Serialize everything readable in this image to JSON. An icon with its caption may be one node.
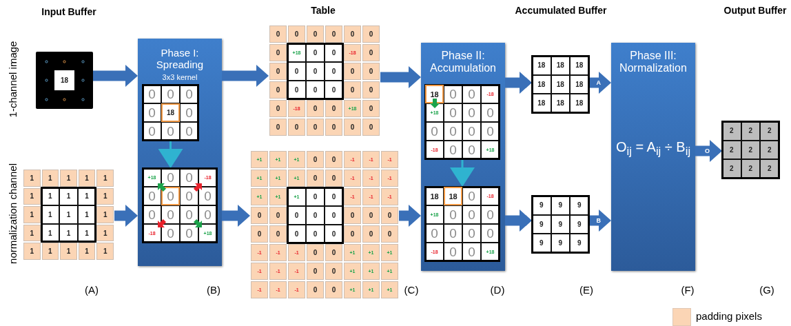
{
  "diagram": {
    "nodes": [
      {
        "text": [
          "18"
        ]
      },
      {
        "text": [
          "1",
          "1",
          "1",
          "1",
          "1",
          "1",
          "1",
          "1",
          "1",
          "1",
          "1",
          "1",
          "1",
          "1",
          "1",
          "1",
          "1",
          "1",
          "1",
          "1",
          "1",
          "1",
          "1",
          "1",
          "1"
        ]
      },
      {
        "text": [
          "Phase I: Spreading",
          "3x3 kernel"
        ]
      },
      {
        "text": [
          "0",
          "0",
          "0",
          "0",
          "18",
          "0",
          "0",
          "0",
          "0"
        ],
        "in": 2
      },
      {
        "text": [
          "+18",
          "0",
          "0",
          "-18",
          "0",
          "0",
          "0",
          "0",
          "0",
          "0",
          "0",
          "0",
          "-18",
          "0",
          "0",
          "+18"
        ],
        "in": 2
      },
      {
        "text": [
          "0",
          "0",
          "0",
          "0",
          "0",
          "0",
          "0",
          "+18",
          "0",
          "0",
          "-18",
          "0",
          "0",
          "0",
          "0",
          "0",
          "0",
          "0",
          "0",
          "0",
          "0",
          "0",
          "0",
          "0",
          "0",
          "-18",
          "0",
          "0",
          "+18",
          "0",
          "0",
          "0",
          "0",
          "0",
          "0",
          "0"
        ]
      },
      {
        "text": [
          "+1",
          "+1",
          "+1",
          "0",
          "0",
          "-1",
          "-1",
          "-1",
          "+1",
          "+1",
          "+1",
          "0",
          "0",
          "-1",
          "-1",
          "-1",
          "+1",
          "+1",
          "+1",
          "0",
          "0",
          "-1",
          "-1",
          "-1",
          "0",
          "0",
          "0",
          "0",
          "0",
          "0",
          "0",
          "0",
          "0",
          "0",
          "0",
          "0",
          "0",
          "0",
          "0",
          "0",
          "-1",
          "-1",
          "-1",
          "0",
          "0",
          "+1",
          "+1",
          "+1",
          "-1",
          "-1",
          "-1",
          "0",
          "0",
          "+1",
          "+1",
          "+1",
          "-1",
          "-1",
          "-1",
          "0",
          "0",
          "+1",
          "+1",
          "+1"
        ]
      },
      {
        "text": [
          "Phase II: Accumulation"
        ]
      },
      {
        "text": [
          "18",
          "0",
          "0",
          "-18",
          "+18",
          "0",
          "0",
          "0",
          "0",
          "0",
          "0",
          "0",
          "-18",
          "0",
          "0",
          "+18"
        ],
        "in": 7
      },
      {
        "text": [
          "18",
          "18",
          "0",
          "-18",
          "+18",
          "0",
          "0",
          "0",
          "0",
          "0",
          "0",
          "0",
          "-18",
          "0",
          "0",
          "+18"
        ],
        "in": 7
      },
      {
        "text": [
          "18",
          "18",
          "18",
          "18",
          "18",
          "18",
          "18",
          "18",
          "18"
        ]
      },
      {
        "text": [
          "9",
          "9",
          "9",
          "9",
          "9",
          "9",
          "9",
          "9",
          "9"
        ]
      },
      {
        "text": [
          "Phase III: Normalization",
          "O$_{ij}$ = A$_{ij}$ ÷ B$_{ij}$"
        ]
      },
      {
        "text": [
          "2",
          "2",
          "2",
          "2",
          "2",
          "2",
          "2",
          "2",
          "2"
        ]
      }
    ],
    "edges": [
      {
        "from": 0,
        "to": 2,
        "arrow": "to"
      },
      {
        "from": 1,
        "to": 2,
        "arrow": "to"
      },
      {
        "from": 3,
        "to": 4,
        "arrow": "to",
        "color": "#2fb3d0"
      },
      {
        "from": 2,
        "to": 5,
        "arrow": "to"
      },
      {
        "from": 2,
        "to": 6,
        "arrow": "to"
      },
      {
        "from": 5,
        "to": 7,
        "arrow": "to"
      },
      {
        "from": 6,
        "to": 7,
        "arrow": "to"
      },
      {
        "from": 8,
        "to": 9,
        "arrow": "to",
        "color": "#2fb3d0"
      },
      {
        "from": 7,
        "to": 10,
        "arrow": "to"
      },
      {
        "from": 7,
        "to": 11,
        "arrow": "to"
      },
      {
        "from": 10,
        "to": 12,
        "arrow": "to",
        "label": "A"
      },
      {
        "from": 11,
        "to": 12,
        "arrow": "to",
        "label": "B"
      },
      {
        "from": 12,
        "to": 13,
        "arrow": "to",
        "label": "O"
      }
    ],
    "labels": [
      "Input Buffer",
      "Table",
      "Accumulated Buffer",
      "Output Buffer",
      "1-channel image",
      "normalization channel",
      "(A)",
      "(B)",
      "(C)",
      "(D)",
      "(E)",
      "(F)",
      "(G)"
    ],
    "legend": [
      {
        "text": "padding pixels",
        "color": "#fbd5b5"
      }
    ]
  }
}
